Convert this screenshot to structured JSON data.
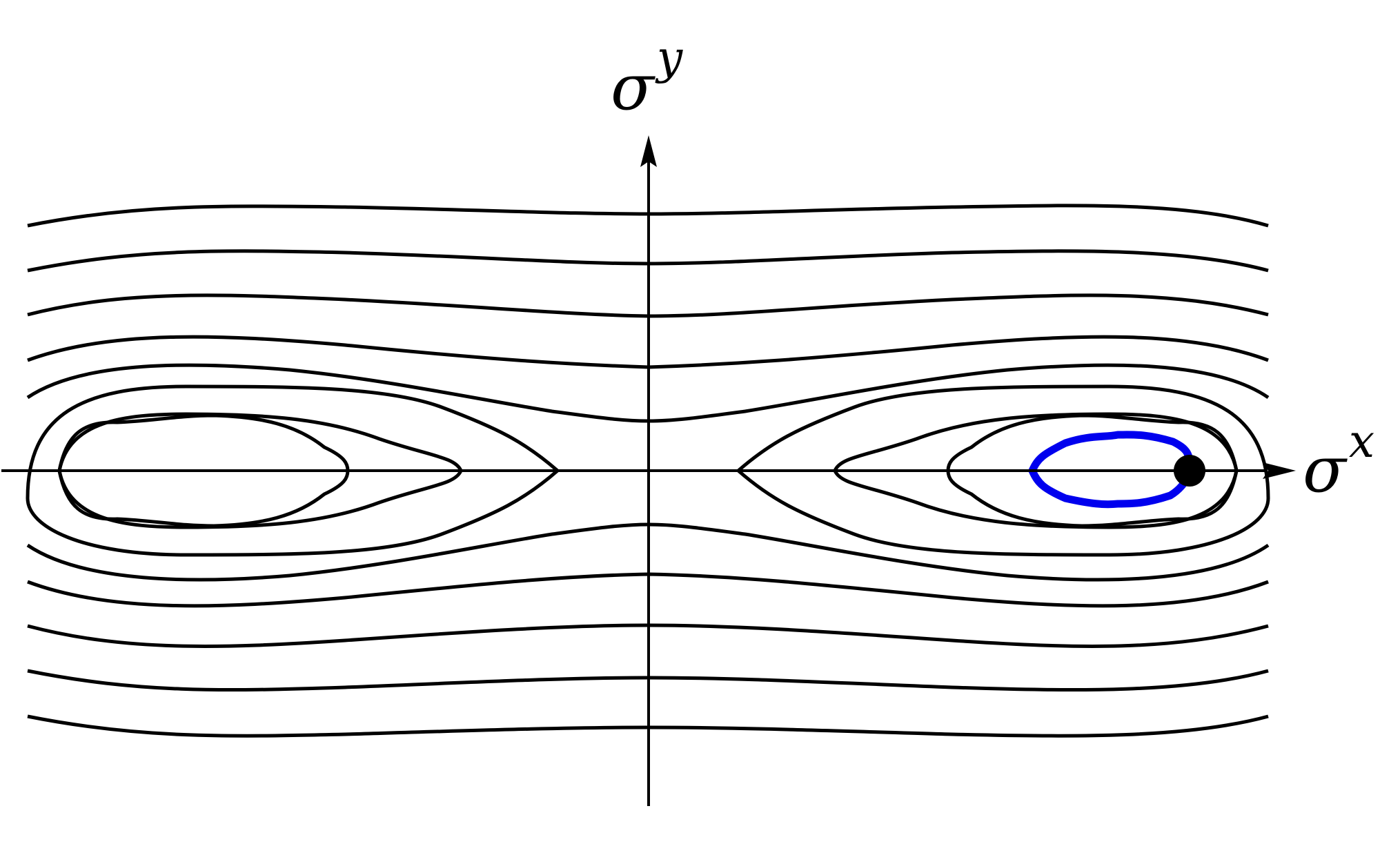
{
  "axes": {
    "x_label": "σ",
    "x_superscript": "x",
    "y_label": "σ",
    "y_superscript": "y"
  },
  "colors": {
    "contour": "#000000",
    "highlight_orbit": "#0000ee",
    "point": "#000000",
    "background": "#ffffff"
  }
}
